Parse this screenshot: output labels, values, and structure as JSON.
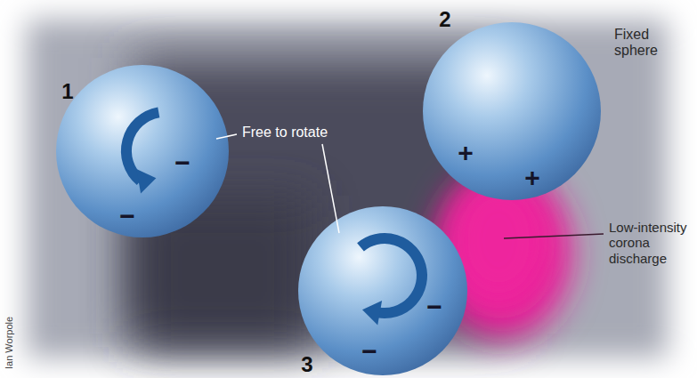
{
  "diagram": {
    "nodes": [
      {
        "text": [
          "1",
          "−",
          "−"
        ]
      },
      {
        "text": [
          "2",
          "+",
          "+"
        ]
      },
      {
        "text": [
          "3",
          "−",
          "−"
        ]
      }
    ],
    "labels": [
      "Fixed sphere",
      "Free to rotate",
      "Low-intensity corona discharge",
      "Ian Worpole"
    ]
  }
}
